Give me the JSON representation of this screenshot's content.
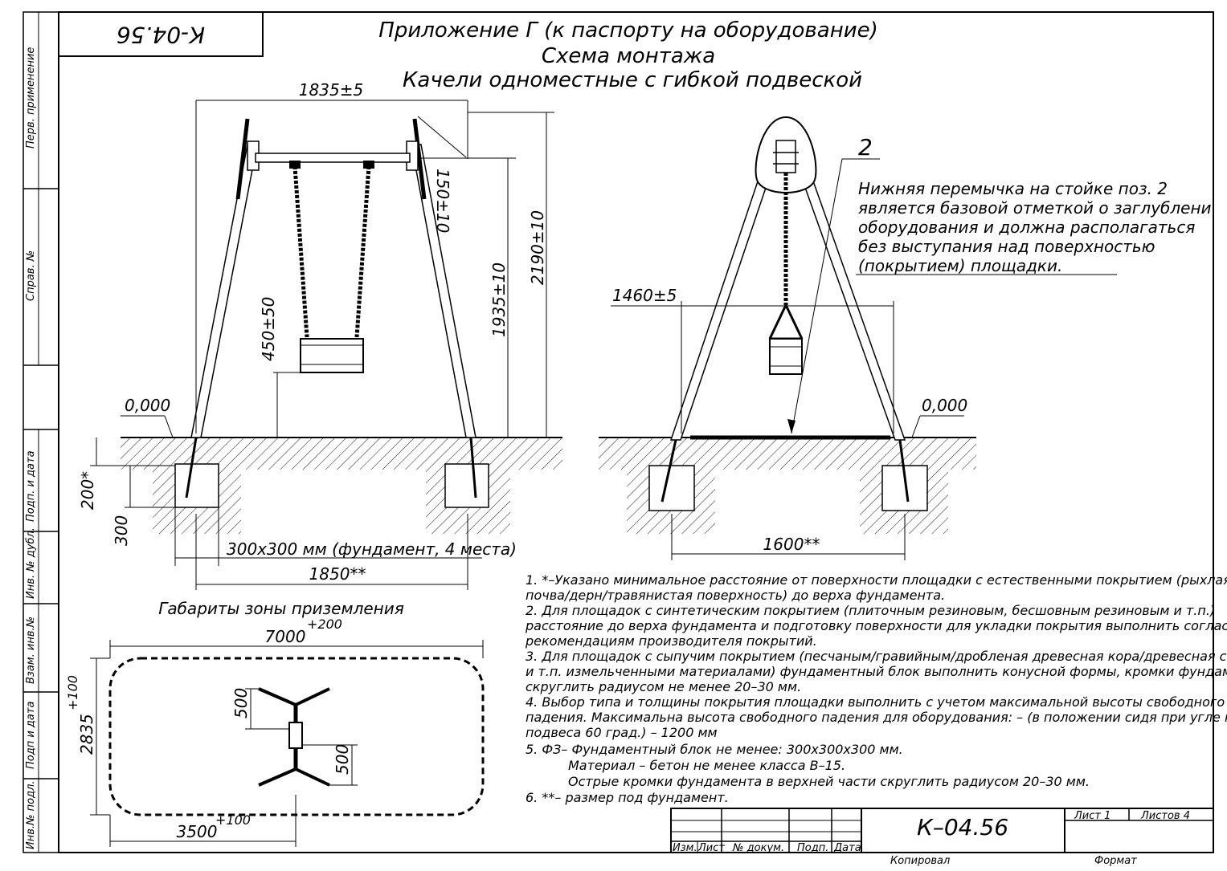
{
  "stamp": {
    "code_mirrored": "К-04.56"
  },
  "title": {
    "line1": "Приложение Г (к паспорту на оборудование)",
    "line2": "Схема монтажа",
    "line3": "Качели одноместные с гибкой подвеской"
  },
  "side_strip": {
    "labels": [
      "Перв. применение",
      "Справ. №",
      "Подп. и дата",
      "Инв. № дубл.",
      "Взам. инв.№",
      "Подп и дата",
      "Инв.№ подл."
    ]
  },
  "front_view": {
    "dim_width": "1835±5",
    "dim_crossbar": "150±10",
    "dim_total_height": "2190±10",
    "dim_axis_height": "1935±10",
    "dim_seat_height": "450±50",
    "level_mark": "0,000",
    "dim_depth_min": "200*",
    "dim_foundation_depth": "300",
    "foundation_label": "300х300 мм (фундамент, 4 места)",
    "dim_base": "1850**"
  },
  "side_view": {
    "position_number": "2",
    "note_lines": [
      "Нижняя перемычка на стойке поз. 2",
      "является базовой отметкой о заглублени",
      "оборудования и должна располагаться",
      "без выступания над поверхностью",
      "(покрытием) площадки."
    ],
    "dim_top": "1460±5",
    "level_mark": "0,000",
    "dim_base": "1600**"
  },
  "landing_zone": {
    "title": "Габариты зоны приземления",
    "dim_length": "7000",
    "dim_length_tol": "+200",
    "dim_width": "2835",
    "dim_width_tol": "+100",
    "dim_half": "3500",
    "dim_half_tol": "+100",
    "dim_leg_top": "500",
    "dim_leg_bottom": "500"
  },
  "notes": [
    "1. *–Указано минимальное расстояние от поверхности площадки с естественными покрытием (рыхлая",
    "почва/дерн/травянистая поверхность) до верха фундамента.",
    "2. Для площадок с синтетическим покрытием (плиточным резиновым, бесшовным резиновым и т.п.)",
    "расстояние до верха фундамента и подготовку поверхности для укладки покрытия выполнить согласно",
    "рекомендациям производителя покрытий.",
    "3. Для площадок с сыпучим покрытием (песчаным/гравийным/дробленая древесная кора/древесная стружка",
    "и т.п. измельченными материалами) фундаментный блок выполнить конусной формы, кромки фундамента",
    "скруглить радиусом не менее 20–30 мм.",
    "4. Выбор типа и толщины покрытия площадки выполнить с учетом максимальной высоты свободного",
    "падения. Максимальна высота свободного падения для оборудования: – (в положении сидя при угле наклона",
    "подвеса 60 град.) – 1200 мм",
    "5. ФЗ– Фундаментный блок не менее: 300х300х300 мм.",
    "Материал – бетон не менее класса В–15.",
    "Острые кромки фундамента в верхней части скруглить радиусом 20–30 мм.",
    "6. **– размер под фундамент."
  ],
  "title_block": {
    "code": "К–04.56",
    "sheet": "Лист 1",
    "sheets": "Листов 4",
    "col_izm": "Изм.",
    "col_list": "Лист",
    "col_doc": "№ докум.",
    "col_sign": "Подп.",
    "col_date": "Дата",
    "copied": "Копировал",
    "format": "Формат"
  }
}
